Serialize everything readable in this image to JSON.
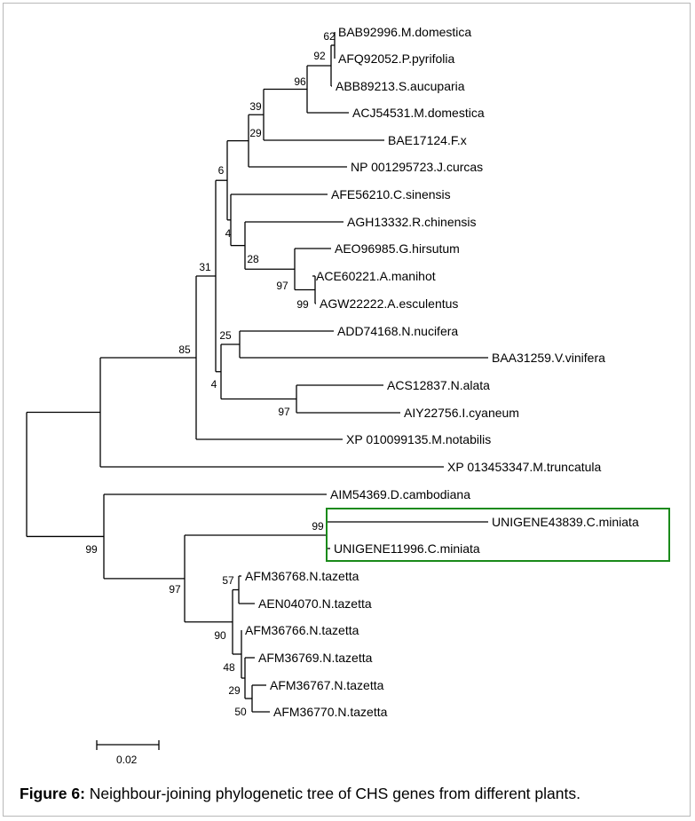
{
  "figure": {
    "caption_label": "Figure 6:",
    "caption_text": " Neighbour-joining phylogenetic tree of CHS genes from different plants.",
    "highlight_color": "#1a8a1a"
  },
  "tree": {
    "leaves": [
      "BAB92996.M.domestica",
      "AFQ92052.P.pyrifolia",
      "ABB89213.S.aucuparia",
      "ACJ54531.M.domestica",
      "BAE17124.F.x",
      "NP 001295723.J.curcas",
      "AFE56210.C.sinensis",
      "AGH13332.R.chinensis",
      "AEO96985.G.hirsutum",
      "ACE60221.A.manihot",
      "AGW22222.A.esculentus",
      "ADD74168.N.nucifera",
      "BAA31259.V.vinifera",
      "ACS12837.N.alata",
      "AIY22756.I.cyaneum",
      "XP 010099135.M.notabilis",
      "XP 013453347.M.truncatula",
      "AIM54369.D.cambodiana",
      "UNIGENE43839.C.miniata",
      "UNIGENE11996.C.miniata",
      "AFM36768.N.tazetta",
      "AEN04070.N.tazetta",
      "AFM36766.N.tazetta",
      "AFM36769.N.tazetta",
      "AFM36767.N.tazetta",
      "AFM36770.N.tazetta"
    ],
    "bootstrap": [
      "62",
      "92",
      "96",
      "39",
      "29",
      "6",
      "4",
      "28",
      "97",
      "99",
      "31",
      "25",
      "4",
      "97",
      "85",
      "99",
      "99",
      "97",
      "57",
      "90",
      "48",
      "29",
      "50"
    ],
    "scale_bar_label": "0.02"
  }
}
